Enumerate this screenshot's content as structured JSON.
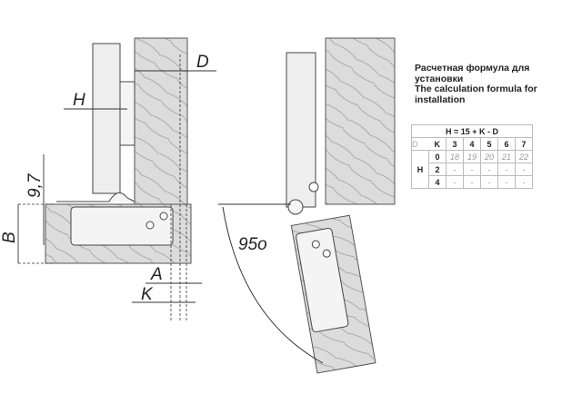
{
  "labels": {
    "D": "D",
    "H": "H",
    "nine_seven": "9,7",
    "B": "B",
    "A": "A",
    "K": "K",
    "angle": "95o"
  },
  "caption": {
    "line1": "Расчетная формула для",
    "line2": "установки",
    "line3": "The calculation formula for",
    "line4": "installation"
  },
  "table": {
    "formula": "H = 15 + K - D",
    "corner_d": "D",
    "corner_k": "K",
    "row_header": "H",
    "k_values": [
      "3",
      "4",
      "5",
      "6",
      "7"
    ],
    "rows": [
      {
        "d": "0",
        "values": [
          "18",
          "19",
          "20",
          "21",
          "22"
        ]
      },
      {
        "d": "2",
        "values": [
          "-",
          "-",
          "-",
          "-",
          "-"
        ]
      },
      {
        "d": "4",
        "values": [
          "-",
          "-",
          "-",
          "-",
          "-"
        ]
      }
    ]
  }
}
